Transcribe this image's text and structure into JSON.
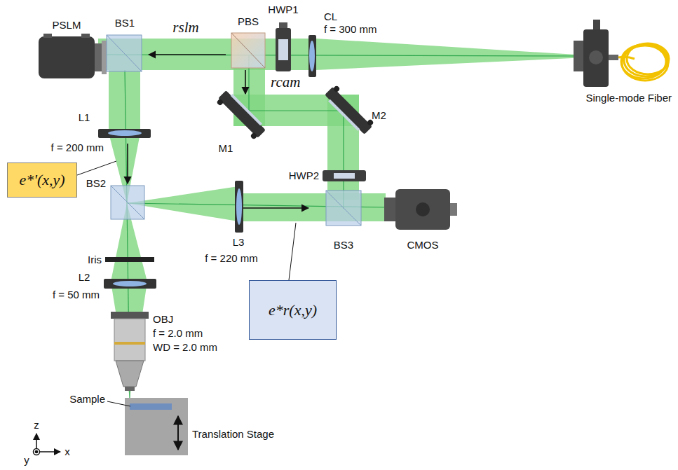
{
  "diagram": {
    "nodes": [
      {
        "text": [
          "e*'(x,y)"
        ]
      },
      {
        "text": [
          "e*r(x,y)"
        ]
      }
    ],
    "labels": [
      "PSLM",
      "BS1",
      "PBS",
      "HWP1",
      "rslm",
      "CL",
      "f = 300 mm",
      "Single-mode Fiber",
      "rcam",
      "M1",
      "M2",
      "L1",
      "f = 200 mm",
      "BS2",
      "HWP2",
      "L3",
      "f = 220 mm",
      "BS3",
      "CMOS",
      "Iris",
      "L2",
      "f = 50 mm",
      "OBJ",
      "f = 2.0 mm",
      "WD = 2.0 mm",
      "Sample",
      "Translation Stage",
      "z",
      "y",
      "x"
    ]
  }
}
